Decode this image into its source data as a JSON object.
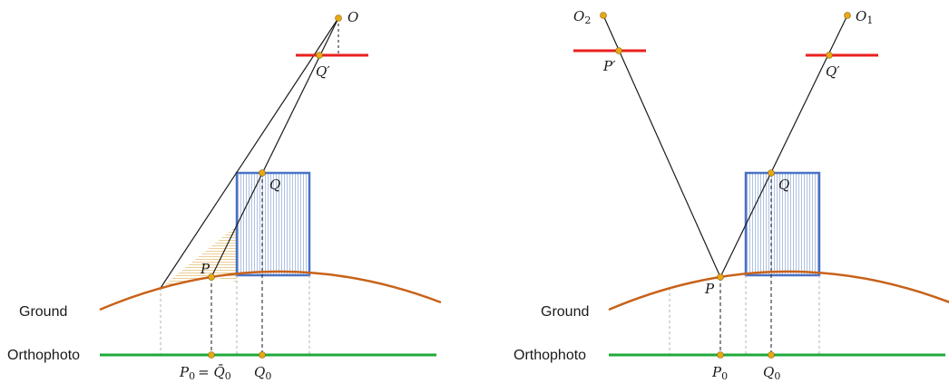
{
  "left_panel": {
    "ground_label": "Ground",
    "orthophoto_label": "Orthophoto",
    "points": {
      "O": "O",
      "Q_prime": "Q′",
      "Q": "Q",
      "P": "P",
      "P0_eq_Qbar0": "= ",
      "P0_base": "P",
      "P0_sub": "0",
      "Qbar0_base": "Q̄",
      "Qbar0_sub": "0",
      "Q0_base": "Q",
      "Q0_sub": "0"
    }
  },
  "right_panel": {
    "ground_label": "Ground",
    "orthophoto_label": "Orthophoto",
    "points": {
      "O2_base": "O",
      "O2_sub": "2",
      "O1_base": "O",
      "O1_sub": "1",
      "P_prime": "P′",
      "Q_prime": "Q′",
      "Q": "Q",
      "P": "P",
      "P0_base": "P",
      "P0_sub": "0",
      "Q0_base": "Q",
      "Q0_sub": "0"
    }
  },
  "colors": {
    "ground": "#c8621a",
    "orthophoto": "#1faa3a",
    "image_plane": "#e8201e",
    "building": "#4a72c4",
    "building_hatch": "#9bb3dc",
    "occlusion_hatch": "#e6c27a",
    "point": "#e6a817",
    "ray": "#1a1a1a",
    "projection": "#1a1a1a",
    "guide": "#b0b0b0"
  }
}
